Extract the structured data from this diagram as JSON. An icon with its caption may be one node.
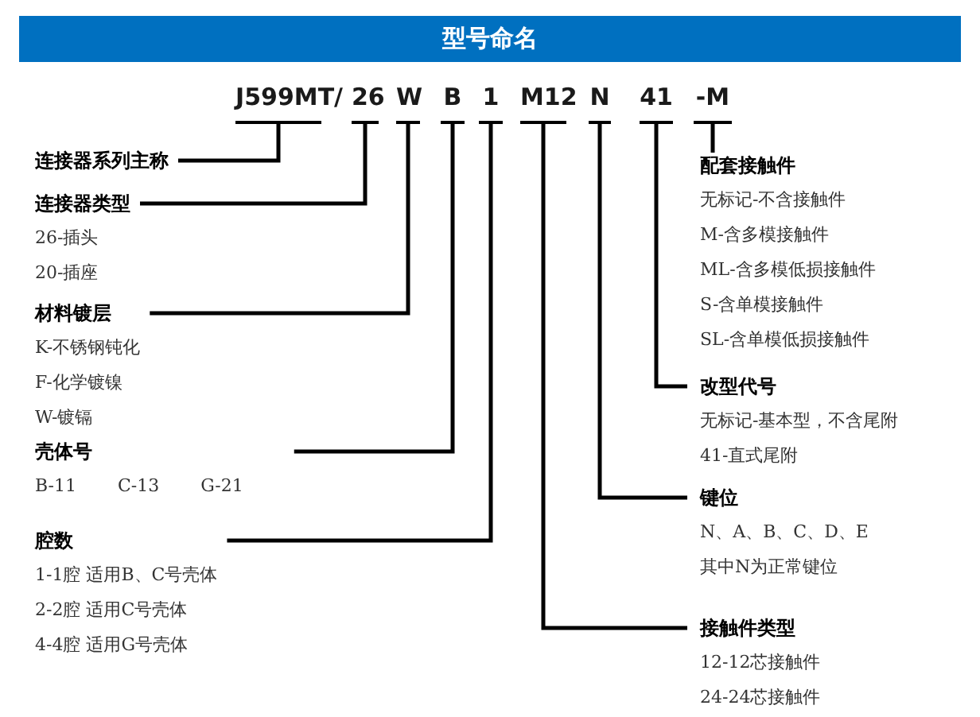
{
  "diagram": {
    "title": "型号命名",
    "nodes": [
      {
        "text": [
          "J599MT/"
        ]
      },
      {
        "text": [
          "26"
        ]
      },
      {
        "text": [
          "W"
        ]
      },
      {
        "text": [
          "B"
        ]
      },
      {
        "text": [
          "1"
        ]
      },
      {
        "text": [
          "M12"
        ]
      },
      {
        "text": [
          "N"
        ]
      },
      {
        "text": [
          "41"
        ]
      },
      {
        "text": [
          "-M"
        ]
      },
      {
        "text": [
          "连接器系列主称"
        ]
      },
      {
        "text": [
          "连接器类型",
          "26-插头",
          "20-插座"
        ]
      },
      {
        "text": [
          "材料镀层",
          "K-不锈钢钝化",
          "F-化学镀镍",
          "W-镀镉"
        ]
      },
      {
        "text": [
          "壳体号",
          "B-11",
          "C-13",
          "G-21"
        ]
      },
      {
        "text": [
          "腔数",
          "1-1腔 适用B、C号壳体",
          "2-2腔 适用C号壳体",
          "4-4腔 适用G号壳体"
        ]
      },
      {
        "text": [
          "配套接触件",
          "无标记-不含接触件",
          "M-含多模接触件",
          "ML-含多模低损接触件",
          "S-含单模接触件",
          "SL-含单模低损接触件"
        ]
      },
      {
        "text": [
          "改型代号",
          "无标记-基本型，不含尾附",
          "41-直式尾附"
        ]
      },
      {
        "text": [
          "键位",
          "N、A、B、C、D、E",
          "其中N为正常键位"
        ]
      },
      {
        "text": [
          "接触件类型",
          "12-12芯接触件",
          "24-24芯接触件"
        ]
      }
    ],
    "edges": [
      {
        "from": 0,
        "to": 9,
        "arrow": "none"
      },
      {
        "from": 1,
        "to": 10,
        "arrow": "none"
      },
      {
        "from": 2,
        "to": 11,
        "arrow": "none"
      },
      {
        "from": 3,
        "to": 12,
        "arrow": "none"
      },
      {
        "from": 4,
        "to": 13,
        "arrow": "none"
      },
      {
        "from": 5,
        "to": 17,
        "arrow": "none"
      },
      {
        "from": 6,
        "to": 16,
        "arrow": "none"
      },
      {
        "from": 7,
        "to": 15,
        "arrow": "none"
      },
      {
        "from": 8,
        "to": 14,
        "arrow": "none"
      }
    ]
  }
}
